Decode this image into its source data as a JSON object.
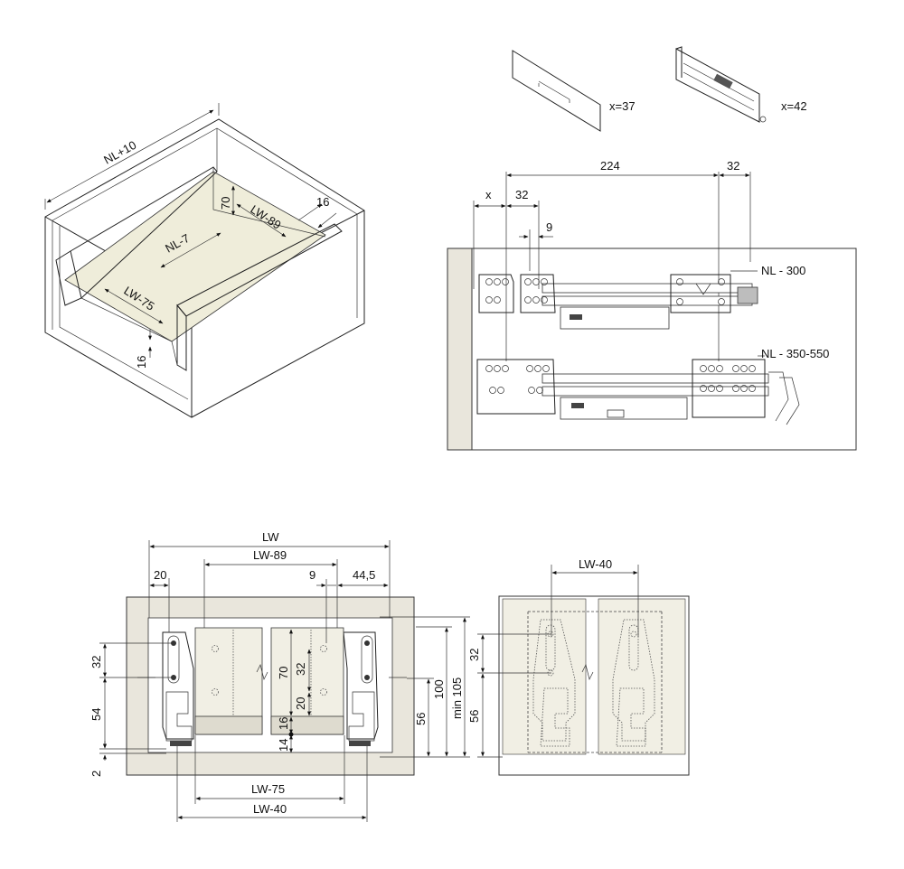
{
  "colors": {
    "wood": "#e9e6dc",
    "drawer_bottom": "#efedda",
    "line": "#222222",
    "dark_rail": "#7a7a7a"
  },
  "iso_view": {
    "nl_plus_10": "NL+10",
    "nl_minus_7": "NL-7",
    "lw_minus_89": "LW-89",
    "lw_minus_75": "LW-75",
    "dim_70": "70",
    "dim_16_top": "16",
    "dim_16_bottom": "16"
  },
  "fronts": {
    "front_label": "x=37",
    "inner_label": "x=42"
  },
  "side_view": {
    "dim_224": "224",
    "dim_32_right": "32",
    "dim_x": "x",
    "dim_32_left": "32",
    "dim_9": "9",
    "label_nl_300": "NL - 300",
    "label_nl_350_550": "NL - 350-550"
  },
  "front_section": {
    "lw": "LW",
    "lw_minus_89": "LW-89",
    "dim_20_top": "20",
    "dim_9": "9",
    "dim_44_5": "44,5",
    "dim_32_left": "32",
    "dim_54": "54",
    "dim_2": "2",
    "dim_70": "70",
    "dim_32_center": "32",
    "dim_20_center": "20",
    "dim_16": "16",
    "dim_14": "14",
    "dim_56_a": "56",
    "dim_100": "100",
    "dim_min_105": "min 105",
    "lw_minus_75": "LW-75",
    "lw_minus_40_bottom": "LW-40"
  },
  "bracket_view": {
    "lw_minus_40": "LW-40",
    "dim_32": "32",
    "dim_56": "56"
  }
}
